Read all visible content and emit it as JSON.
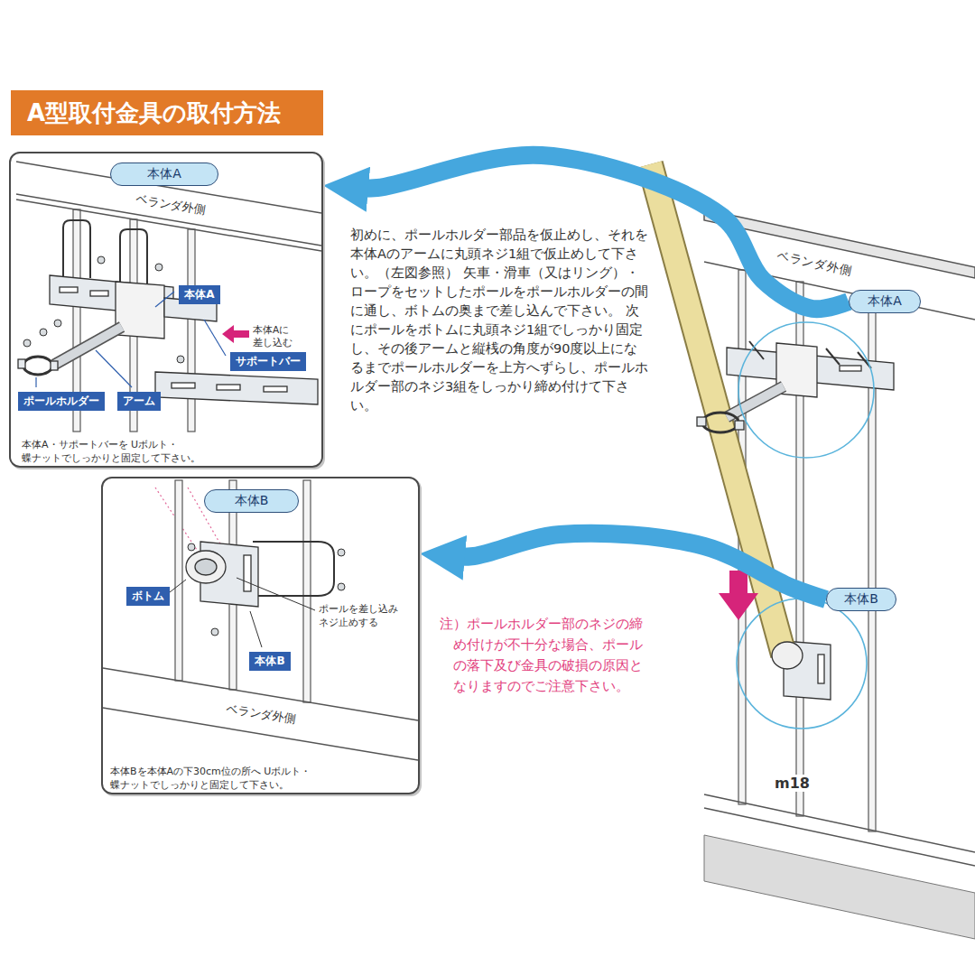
{
  "diagram": {
    "title": "A型取付金具の取付方法",
    "nodes": [
      {
        "text": [
          "本体A・サポートバーを Uボルト・蝶ナットでしっかりと固定して下さい。"
        ]
      },
      {
        "text": [
          "本体A"
        ],
        "in": 0
      },
      {
        "text": [
          "本体A"
        ],
        "in": 0
      },
      {
        "text": [
          "サポートバー"
        ],
        "in": 0
      },
      {
        "text": [
          "ポールホルダー"
        ],
        "in": 0
      },
      {
        "text": [
          "アーム"
        ],
        "in": 0
      },
      {
        "text": [
          "本体Bを本体Aの下30cm位の所へ Uボルト・蝶ナットでしっかりと固定して下さい。"
        ]
      },
      {
        "text": [
          "本体B"
        ],
        "in": 6
      },
      {
        "text": [
          "ボトム"
        ],
        "in": 6
      },
      {
        "text": [
          "本体B"
        ],
        "in": 6
      },
      {
        "text": [
          "本体A"
        ]
      },
      {
        "text": [
          "本体B"
        ]
      }
    ],
    "edges": [
      {
        "from": 10,
        "to": 0,
        "arrow": "to"
      },
      {
        "from": 11,
        "to": 6,
        "arrow": "to"
      }
    ],
    "labels": [
      "ベランダ外側",
      "本体Aに 差し込む",
      "初めに、ポールホルダー部品を仮止めし、それを本体Aのアームに丸頭ネジ1組で仮止めして下さい。（左図参照） 矢車・滑車（又はリング）・ロープをセットしたポールをポールホルダーの間に通し、ボトムの奥まで差し込んで下さい。 次にポールをボトムに丸頭ネジ1組でしっかり固定し、その後アームと縦桟の角度が90度以上になるまでポールホルダーを上方へずらし、ポールホルダー部のネジ3組をしっかり締め付けて下さい。",
      "ベランダ外側",
      "ポールを差し込み ネジ止めする",
      "ベランダ外側",
      "注）ポールホルダー部のネジの締め付けが不十分な場合、ポールの落下及び金具の破損の原因となりますのでご注意下さい。",
      "m18"
    ]
  }
}
